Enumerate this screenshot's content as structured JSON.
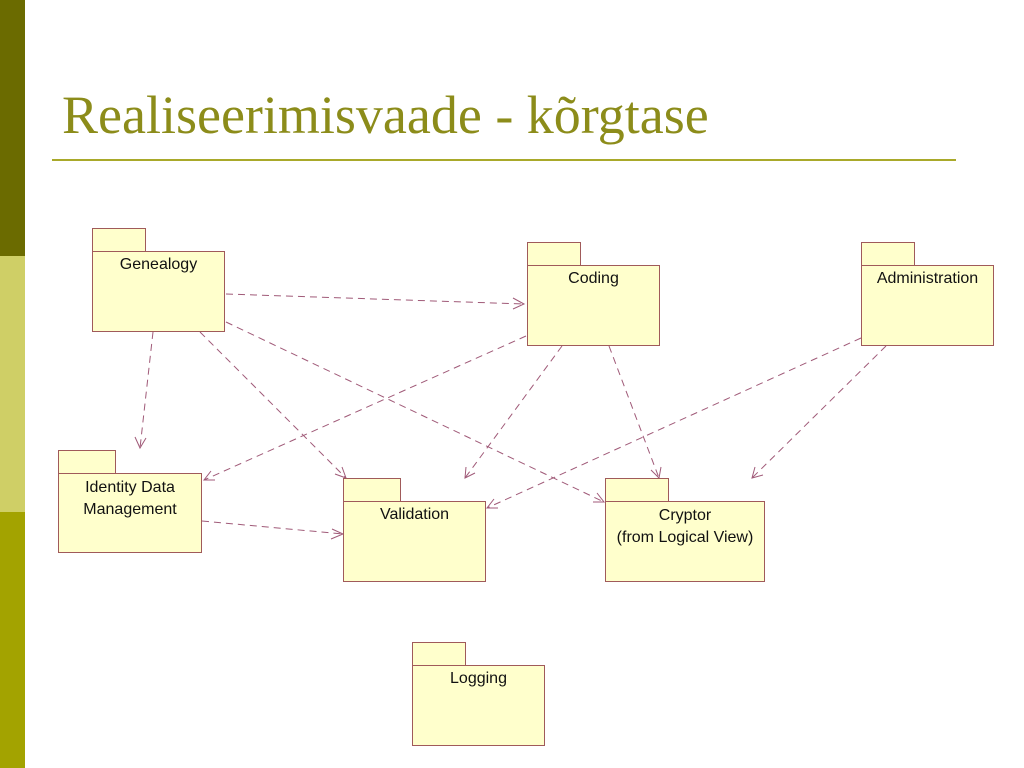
{
  "slide": {
    "title": "Realiseerimisvaade - kõrgtase"
  },
  "packages": {
    "genealogy": "Genealogy",
    "coding": "Coding",
    "administration": "Administration",
    "identity_line1": "Identity Data",
    "identity_line2": "Management",
    "validation": "Validation",
    "cryptor_line1": "Cryptor",
    "cryptor_line2": "(from Logical View)",
    "logging": "Logging"
  },
  "dependencies": [
    {
      "from": "Genealogy",
      "to": "Coding"
    },
    {
      "from": "Genealogy",
      "to": "Identity Data Management"
    },
    {
      "from": "Genealogy",
      "to": "Validation"
    },
    {
      "from": "Genealogy",
      "to": "Cryptor"
    },
    {
      "from": "Coding",
      "to": "Identity Data Management"
    },
    {
      "from": "Coding",
      "to": "Validation"
    },
    {
      "from": "Coding",
      "to": "Cryptor"
    },
    {
      "from": "Administration",
      "to": "Validation"
    },
    {
      "from": "Administration",
      "to": "Cryptor"
    },
    {
      "from": "Identity Data Management",
      "to": "Validation"
    }
  ],
  "colors": {
    "title": "#8c8c1a",
    "package_fill": "#ffffcc",
    "package_border": "#a05a5a",
    "arrow": "#a05a78"
  }
}
